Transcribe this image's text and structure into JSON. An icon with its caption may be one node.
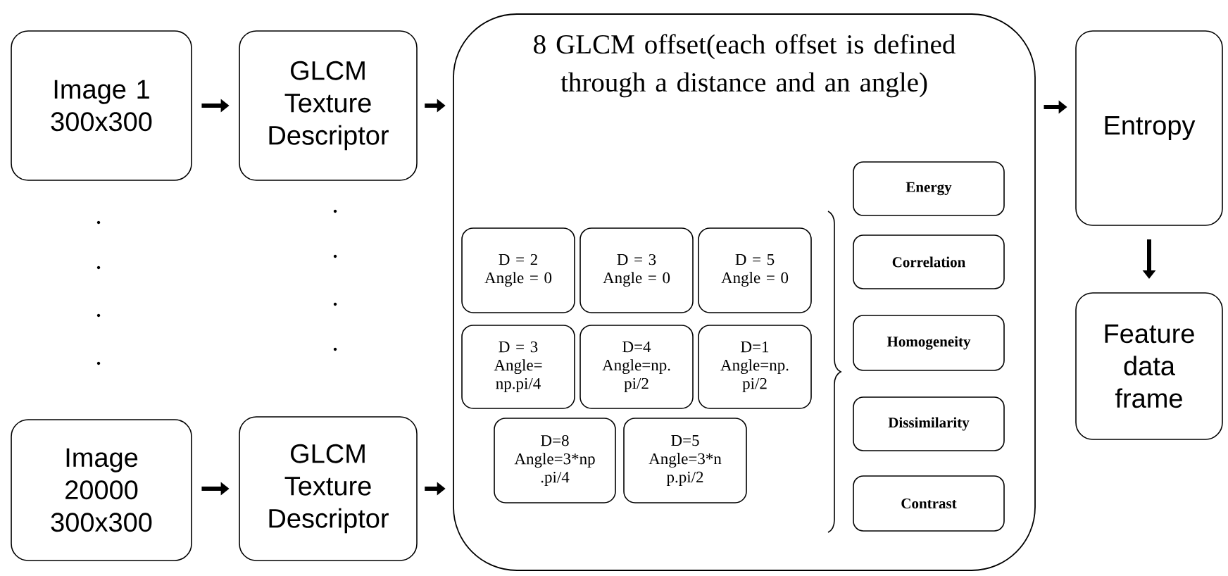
{
  "diagram": {
    "nodes": [
      {
        "text": [
          "Image 1 300x300"
        ]
      },
      {
        "text": [
          "GLCM Texture Descriptor"
        ]
      },
      {
        "text": [
          "Image 20000 300x300"
        ]
      },
      {
        "text": [
          "GLCM Texture Descriptor"
        ]
      },
      {
        "text": [
          "8 GLCM offset(each offset is defined through a distance and an angle)"
        ]
      },
      {
        "text": [
          "D = 2 Angle = 0"
        ],
        "in": 4
      },
      {
        "text": [
          "D = 3 Angle = 0"
        ],
        "in": 4
      },
      {
        "text": [
          "D = 5 Angle = 0"
        ],
        "in": 4
      },
      {
        "text": [
          "D = 3 Angle= np.pi/4"
        ],
        "in": 4
      },
      {
        "text": [
          "D=4 Angle=np. pi/2"
        ],
        "in": 4
      },
      {
        "text": [
          "D=1 Angle=np. pi/2"
        ],
        "in": 4
      },
      {
        "text": [
          "D=8 Angle=3*np .pi/4"
        ],
        "in": 4
      },
      {
        "text": [
          "D=5 Angle=3*n p.pi/2"
        ],
        "in": 4
      },
      {
        "text": [
          "Energy"
        ],
        "in": 4
      },
      {
        "text": [
          "Correlation"
        ],
        "in": 4
      },
      {
        "text": [
          "Homogeneity"
        ],
        "in": 4
      },
      {
        "text": [
          "Dissimilarity"
        ],
        "in": 4
      },
      {
        "text": [
          "Contrast"
        ],
        "in": 4
      },
      {
        "text": [
          "Entropy"
        ]
      },
      {
        "text": [
          "Feature data frame"
        ]
      }
    ],
    "edges": [
      {
        "from": 0,
        "to": 1,
        "arrow": "to"
      },
      {
        "from": 2,
        "to": 3,
        "arrow": "to"
      },
      {
        "from": 1,
        "to": 4,
        "arrow": "to"
      },
      {
        "from": 3,
        "to": 4,
        "arrow": "to"
      },
      {
        "from": 4,
        "to": 18,
        "arrow": "to"
      },
      {
        "from": 18,
        "to": 19,
        "arrow": "to"
      }
    ]
  }
}
